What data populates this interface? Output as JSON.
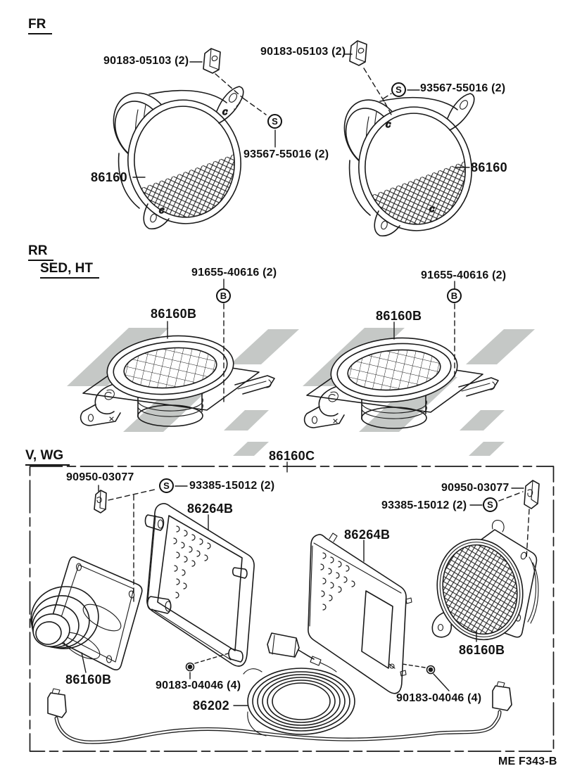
{
  "page": {
    "footer_code": "ME F343-B",
    "marker_c": "c"
  },
  "fr": {
    "heading": "FR",
    "clip_part": "90183-05103 (2)",
    "screw_part": "93567-55016 (2)",
    "speaker_part": "86160",
    "screw_symbol": "S"
  },
  "rr": {
    "heading": "RR",
    "subheading": "SED, HT",
    "bolt_part": "91655-40616 (2)",
    "speaker_part": "86160B",
    "bolt_symbol": "B"
  },
  "vwg": {
    "heading": "V, WG",
    "assembly_part": "86160C",
    "clip_part": "90950-03077",
    "screw_part": "93385-15012 (2)",
    "bracket_part": "86264B",
    "speaker_part": "86160B",
    "grommet_part": "90183-04046 (4)",
    "wire_part": "86202",
    "screw_symbol": "S"
  },
  "colors": {
    "line": "#1a1a1a",
    "watermark": "#c5c8c6",
    "background": "#ffffff"
  }
}
